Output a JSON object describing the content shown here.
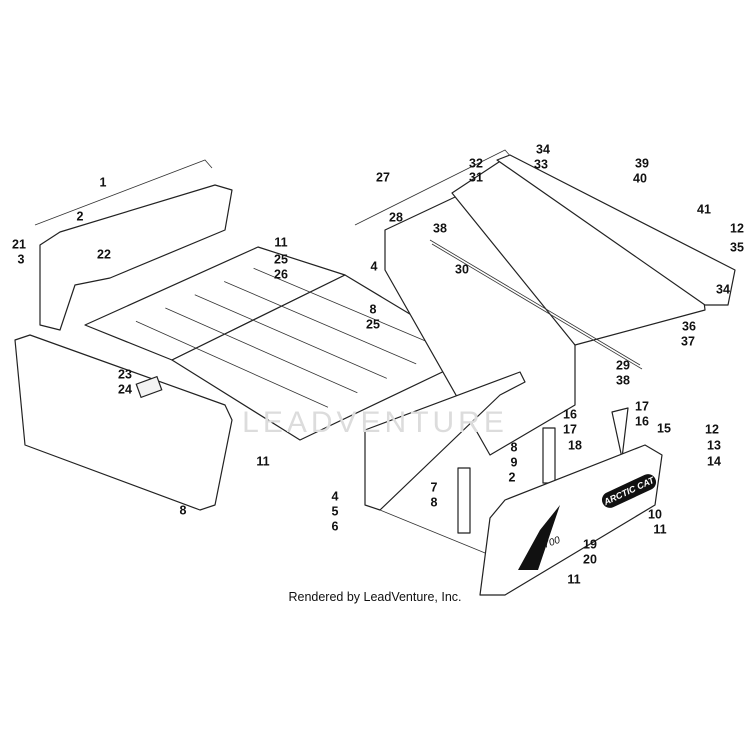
{
  "diagram": {
    "callouts": [
      "1",
      "2",
      "21",
      "3",
      "22",
      "11",
      "25",
      "26",
      "8",
      "25",
      "23",
      "24",
      "11",
      "8",
      "27",
      "28",
      "4",
      "32",
      "31",
      "34",
      "33",
      "39",
      "40",
      "41",
      "12",
      "35",
      "34",
      "38",
      "30",
      "29",
      "38",
      "36",
      "37",
      "16",
      "17",
      "18",
      "17",
      "16",
      "15",
      "12",
      "13",
      "14",
      "8",
      "9",
      "7",
      "8",
      "2",
      "4",
      "5",
      "6",
      "10",
      "11",
      "19",
      "20",
      "11"
    ],
    "decal_text": "ARCTIC CAT",
    "decal_model": "700",
    "watermark": "LEADVENTURE"
  },
  "footer": {
    "text": "Rendered by LeadVenture, Inc."
  }
}
